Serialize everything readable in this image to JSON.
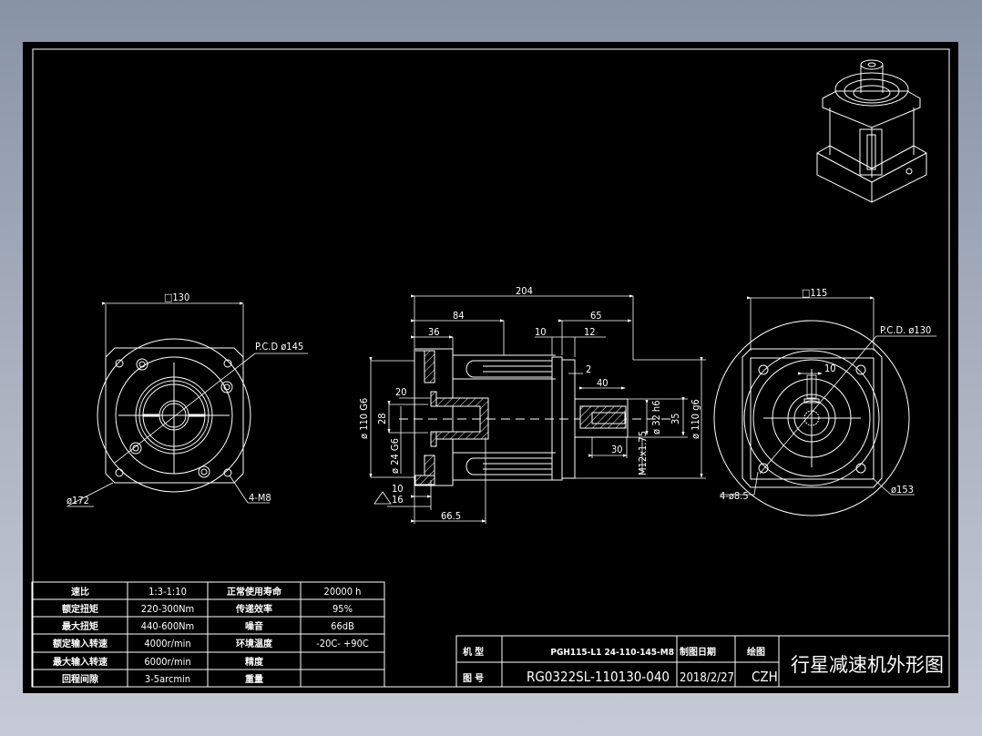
{
  "drawing": {
    "title": "行星减速机外形图",
    "colors": {
      "background": "#000000",
      "lines": "#ffffff",
      "window_bg_top": "#8893a6",
      "window_bg_bottom": "#c6cad6"
    }
  },
  "front_view_left": {
    "square_dim": "□130",
    "pcd_label": "P.C.D  ø145",
    "outer_dia": "ø172",
    "holes_label": "4-M8"
  },
  "side_view": {
    "dims": {
      "overall": "204",
      "d84": "84",
      "d36": "36",
      "d65": "65",
      "d10_top": "10",
      "d12": "12",
      "d2": "2",
      "d40": "40",
      "d20": "20",
      "d28": "28",
      "d10_bottom": "10",
      "d16": "16",
      "d66_5": "66.5",
      "d30": "30",
      "dia110_g6_left": "ø 110 G6",
      "dia24_g6": "ø 24 G6",
      "dia32_h6": "ø 32 h6",
      "d35": "35",
      "dia110_g6_right": "ø 110 g6",
      "thread": "M12x1.75"
    }
  },
  "front_view_right": {
    "square_dim": "□115",
    "pcd_label": "P.C.D.  ø130",
    "key_width": "10",
    "outer_dia": "ø153",
    "holes_label": "4-ø8.5"
  },
  "spec_table": {
    "rows": [
      {
        "label1": "速比",
        "value1": "1:3-1:10",
        "label2": "正常使用寿命",
        "value2": "20000  h"
      },
      {
        "label1": "额定扭矩",
        "value1": "220-300Nm",
        "label2": "传递效率",
        "value2": "95%"
      },
      {
        "label1": "最大扭矩",
        "value1": "440-600Nm",
        "label2": "噪音",
        "value2": "66dB"
      },
      {
        "label1": "额定输入转速",
        "value1": "4000r/min",
        "label2": "环境温度",
        "value2": "-20C-  +90C"
      },
      {
        "label1": "最大输入转速",
        "value1": "6000r/min",
        "label2": "精度",
        "value2": ""
      },
      {
        "label1": "回程间隙",
        "value1": "3-5arcmin",
        "label2": "重量",
        "value2": ""
      }
    ]
  },
  "title_block": {
    "model_label": "机 型",
    "model_value": "PGH115-L1 24-110-145-M8",
    "drawing_no_label": "图 号",
    "drawing_no_value": "RG0322SL-110130-040",
    "date_label": "制图日期",
    "date_value": "2018/2/27",
    "drawer_label": "绘图",
    "drawer_value": "CZH",
    "title": "行星减速机外形图"
  }
}
